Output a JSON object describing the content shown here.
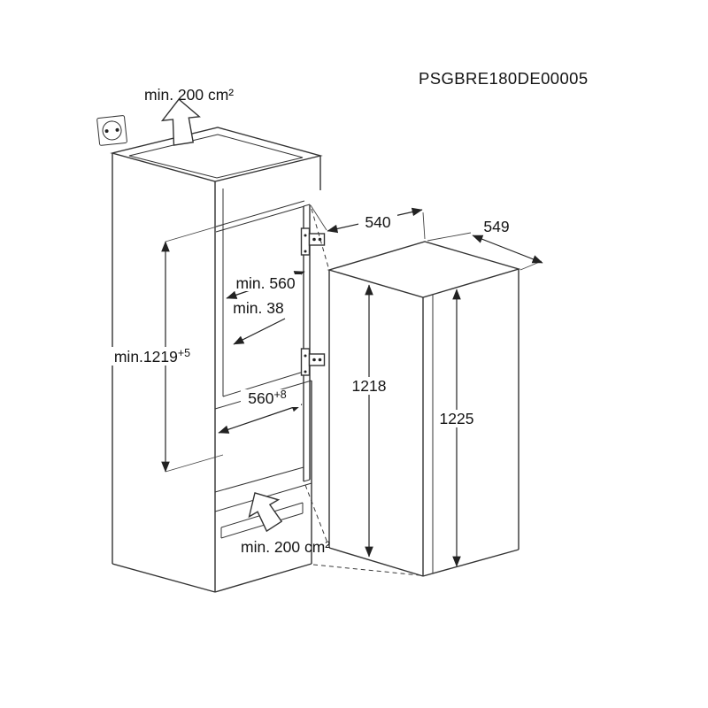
{
  "document": {
    "code": "PSGBRE180DE00005"
  },
  "diagram": {
    "ventilation": {
      "top": "min. 200 cm²",
      "bottom": "min. 200 cm²"
    },
    "dimensions": {
      "niche_depth": "540",
      "appliance_depth": "549",
      "niche_width": "min. 560",
      "hinge_gap": "min. 38",
      "niche_height": "min.1219",
      "niche_height_tolerance": "+5",
      "door_height": "1218",
      "appliance_height": "1225",
      "bottom_width": "560",
      "bottom_width_tolerance": "+8"
    },
    "icons": {
      "socket": "power-socket-icon",
      "airflow": "airflow-arrow-icon",
      "hinge": "door-hinge-icon"
    },
    "colors": {
      "line": "#333333",
      "text": "#141414",
      "background": "#ffffff"
    }
  }
}
